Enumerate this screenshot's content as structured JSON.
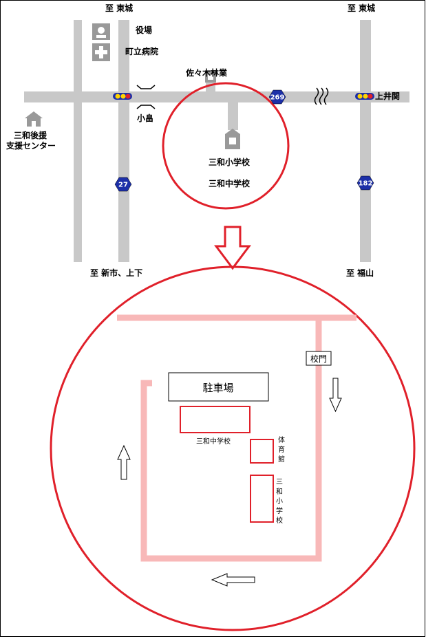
{
  "map": {
    "top_left_dest": "至 東城",
    "top_right_dest": "至 東城",
    "bottom_left_dest": "至 新市、上下",
    "bottom_right_dest": "至 福山",
    "city_office": "役場",
    "hospital": "町立病院",
    "lumber": "佐々木林業",
    "bridge_label": "小畠",
    "intersection_right": "上井関",
    "support_center_line1": "三和後援",
    "support_center_line2": "支援センター",
    "elem_school": "三和小学校",
    "middle_school": "三和中学校",
    "route_a": "269",
    "route_b": "27",
    "route_c": "182"
  },
  "detail": {
    "parking": "駐車場",
    "gate": "校門",
    "middle_school": "三和中学校",
    "gym": [
      "体",
      "育",
      "館"
    ],
    "elem_school": [
      "三",
      "和",
      "小",
      "学",
      "校"
    ]
  },
  "colors": {
    "road": "#c8c8c8",
    "circle": "#e0202a",
    "route_pink": "#f8b8b8",
    "building_outline": "#e0202a",
    "route_sign": "#1c2fa8"
  },
  "icons": [
    "office-icon",
    "hospital-icon",
    "lumber-icon",
    "house-icon",
    "school-icon",
    "traffic-light-icon",
    "bridge-icon",
    "curve-sign-icon",
    "down-arrow-icon",
    "up-arrow-icon",
    "left-arrow-icon",
    "down-big-arrow-icon"
  ]
}
